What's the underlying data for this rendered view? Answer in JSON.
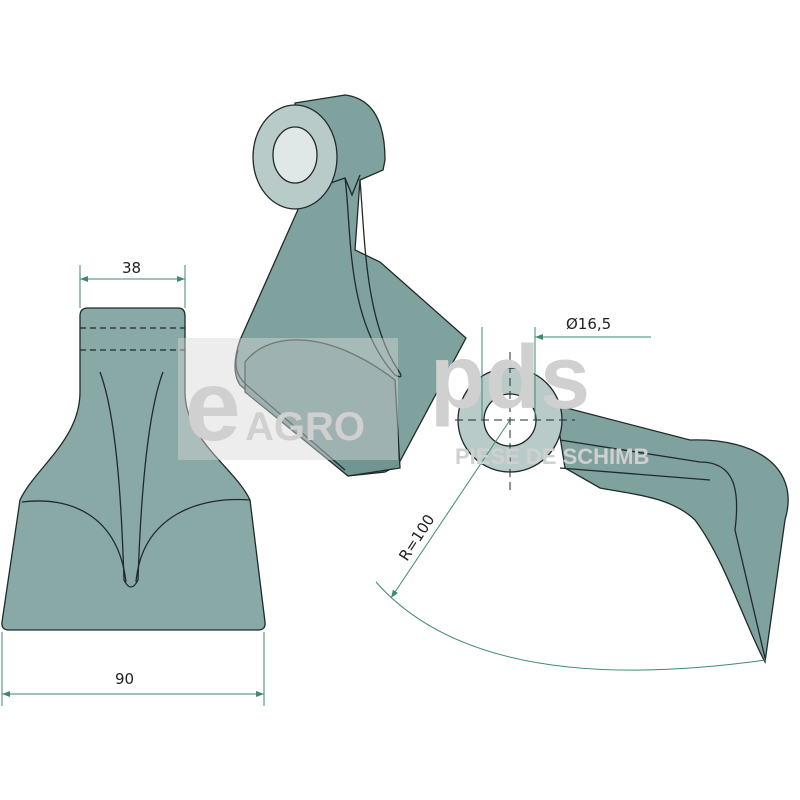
{
  "colors": {
    "part_fill": "#7fa29f",
    "part_shade": "#6f9390",
    "ring_fill": "#b9cbc8",
    "outline": "#1f2a2a",
    "dimension_line": "#3e8a70",
    "watermark": "#d0d0d0"
  },
  "dimensions": {
    "width_top": "38",
    "width_bottom": "90",
    "bore_diameter": "Ø16,5",
    "radius": "R=100"
  },
  "watermark": {
    "logo_e": "e",
    "logo_agro": "AGRO",
    "logo_pds": "pds",
    "tagline": "PIESE DE SCHIMB"
  }
}
